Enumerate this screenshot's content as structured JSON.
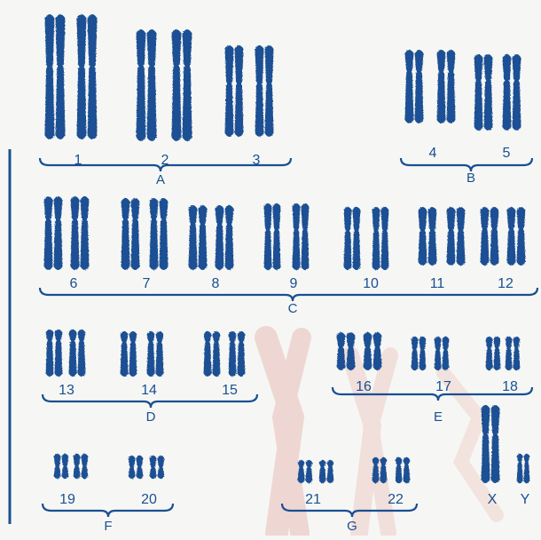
{
  "colors": {
    "ink": "#1a4f93",
    "ink_dark": "#133f7c",
    "paper": "#f6f7f4",
    "watermark": "#e8b4b0"
  },
  "groups": [
    {
      "letter": "A",
      "pairs": [
        "1",
        "2",
        "3"
      ]
    },
    {
      "letter": "B",
      "pairs": [
        "4",
        "5"
      ]
    },
    {
      "letter": "C",
      "pairs": [
        "6",
        "7",
        "8",
        "9",
        "10",
        "11",
        "12"
      ]
    },
    {
      "letter": "D",
      "pairs": [
        "13",
        "14",
        "15"
      ]
    },
    {
      "letter": "E",
      "pairs": [
        "16",
        "17",
        "18"
      ]
    },
    {
      "letter": "F",
      "pairs": [
        "19",
        "20"
      ]
    },
    {
      "letter": "G",
      "pairs": [
        "21",
        "22"
      ]
    }
  ],
  "sex_chromosomes": [
    "X",
    "Y"
  ]
}
